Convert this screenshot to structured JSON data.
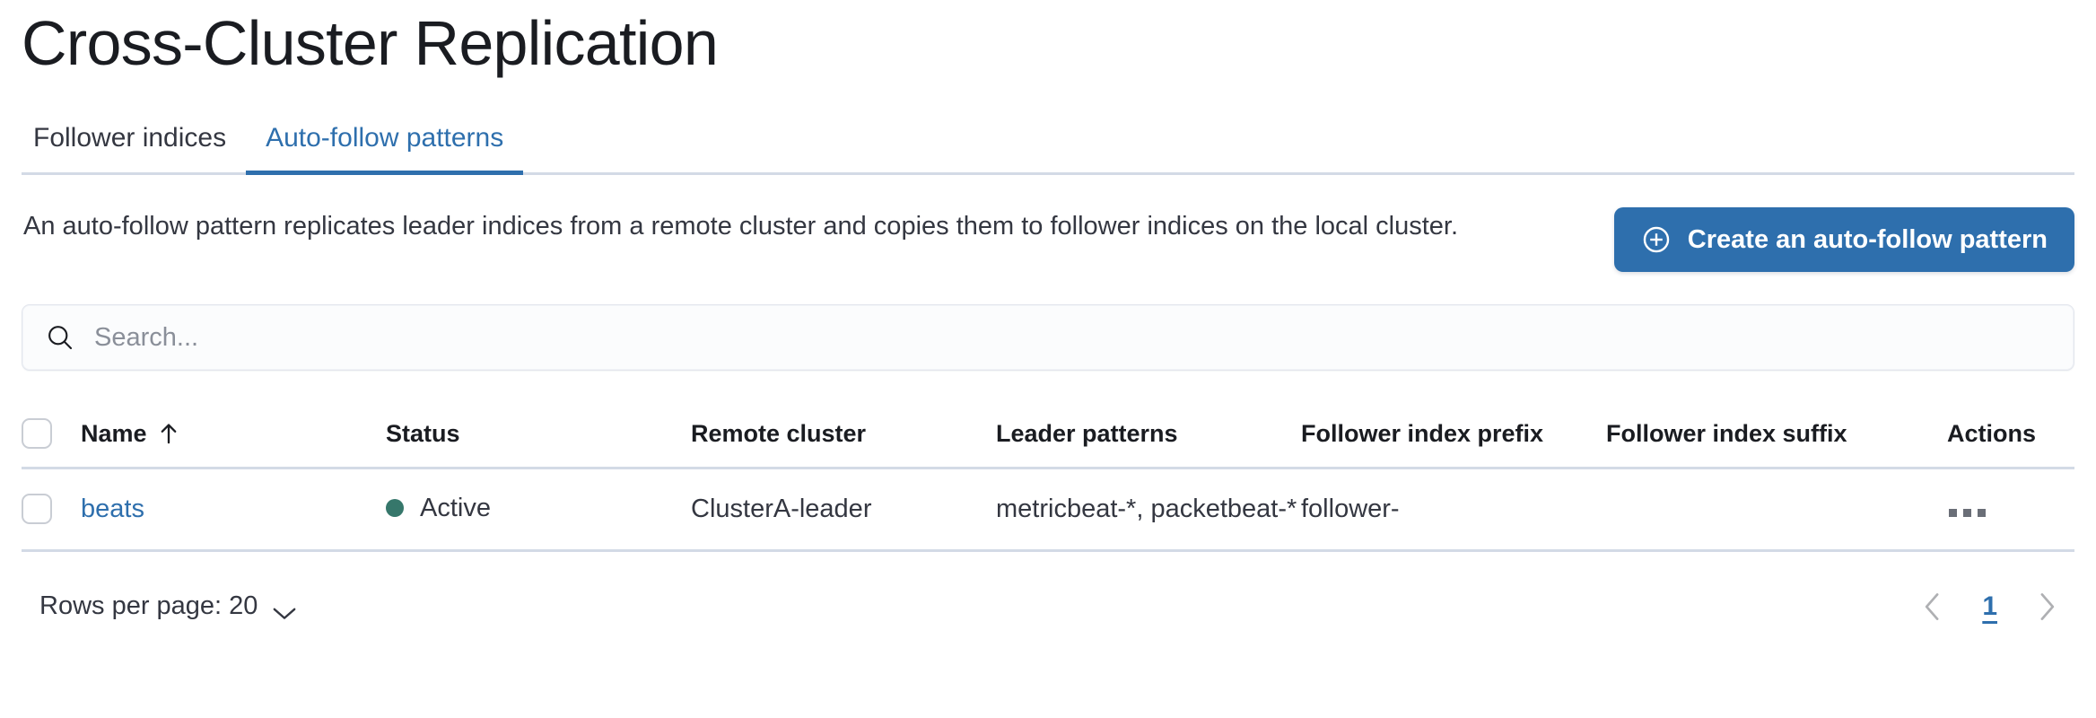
{
  "header": {
    "title": "Cross-Cluster Replication"
  },
  "tabs": [
    {
      "label": "Follower indices",
      "active": false,
      "name": "tab-follower-indices"
    },
    {
      "label": "Auto-follow patterns",
      "active": true,
      "name": "tab-auto-follow-patterns"
    }
  ],
  "intro": {
    "description": "An auto-follow pattern replicates leader indices from a remote cluster and copies them to follower indices on the local cluster.",
    "create_button_label": "Create an auto-follow pattern",
    "create_button_icon": "plus-in-circle-icon"
  },
  "search": {
    "placeholder": "Search...",
    "value": "",
    "icon": "search-icon"
  },
  "table": {
    "columns": [
      {
        "key": "name",
        "label": "Name",
        "sorted": "asc",
        "sort_icon": "sort-ascending-arrow-icon"
      },
      {
        "key": "status",
        "label": "Status"
      },
      {
        "key": "remote_cluster",
        "label": "Remote cluster"
      },
      {
        "key": "leader_patterns",
        "label": "Leader patterns"
      },
      {
        "key": "follower_index_prefix",
        "label": "Follower index prefix"
      },
      {
        "key": "follower_index_suffix",
        "label": "Follower index suffix"
      },
      {
        "key": "actions",
        "label": "Actions"
      }
    ],
    "rows": [
      {
        "name": "beats",
        "status": "Active",
        "status_color": "#36776b",
        "remote_cluster": "ClusterA-leader",
        "leader_patterns": "metricbeat-*, packetbeat-*",
        "follower_index_prefix": "follower-",
        "follower_index_suffix": "",
        "actions_icon": "ellipsis-horizontal-icon",
        "selected": false
      }
    ]
  },
  "footer": {
    "rows_per_page_label": "Rows per page: 20",
    "rows_per_page_value": "20",
    "pagination": {
      "prev_icon": "chevron-left-icon",
      "next_icon": "chevron-right-icon",
      "current_page": "1"
    }
  },
  "colors": {
    "accent_blue": "#2e6fad",
    "status_green": "#36776b",
    "border_grey": "#d3dae6",
    "text_dark": "#343741"
  }
}
